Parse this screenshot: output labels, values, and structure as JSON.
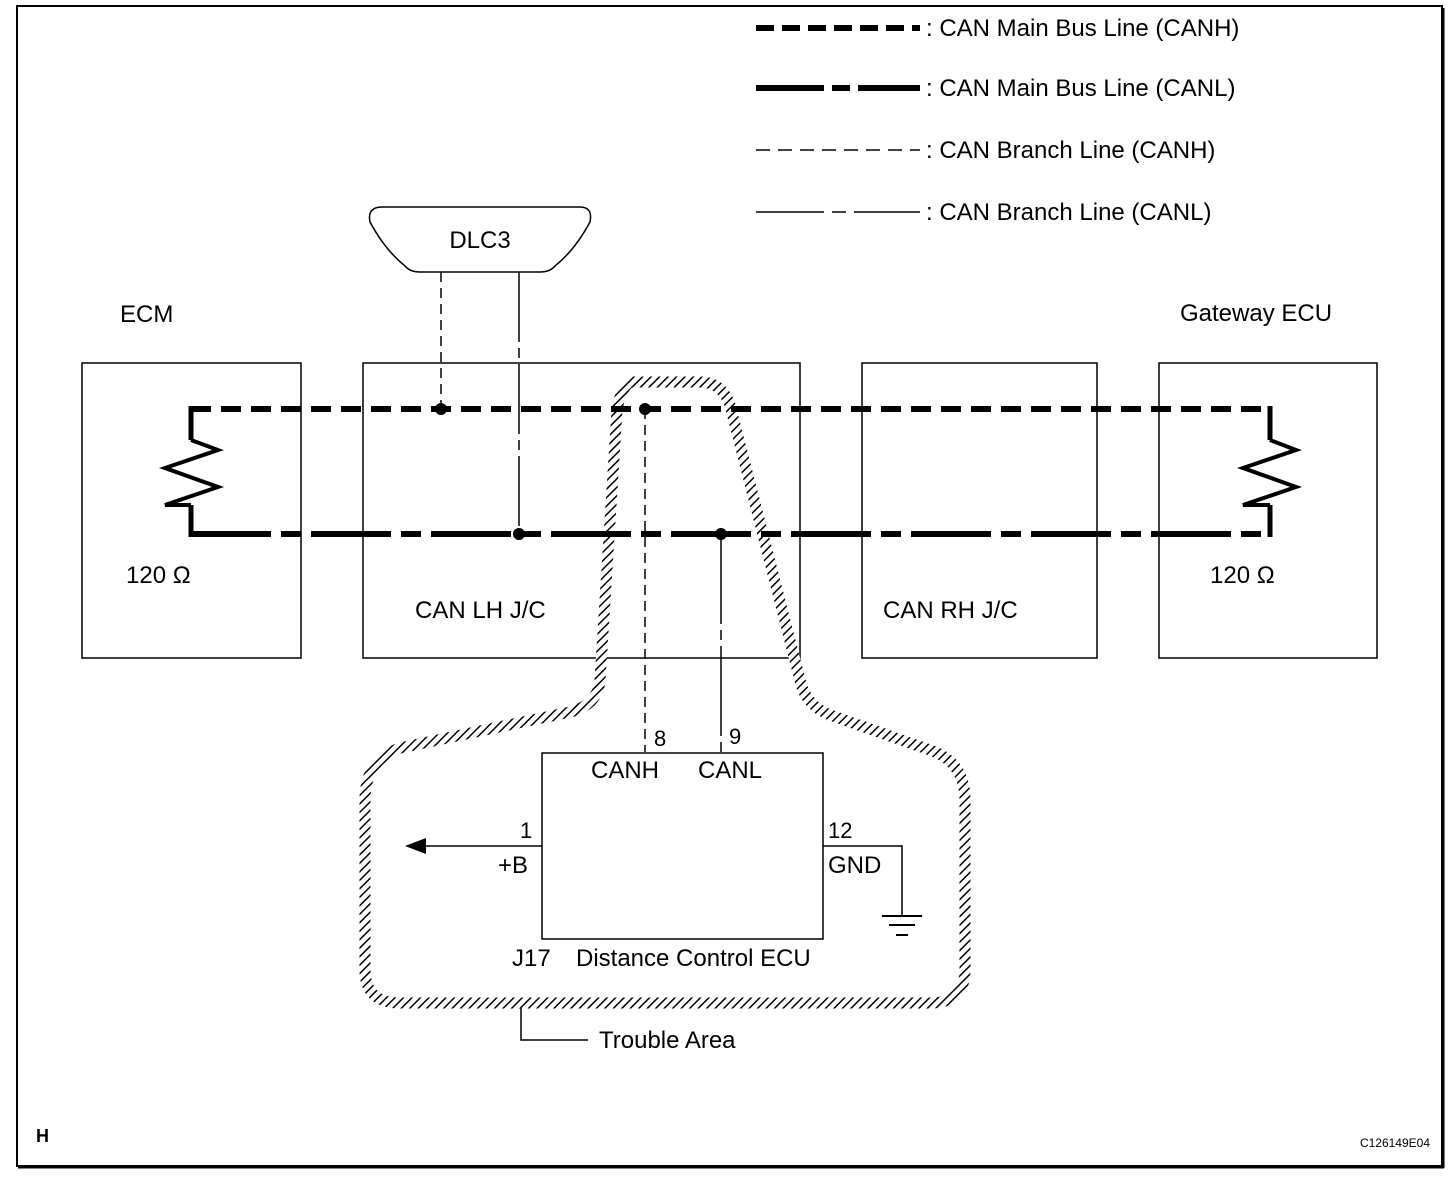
{
  "legend": [
    {
      "style": "main-canh",
      "label": ": CAN Main Bus Line (CANH)"
    },
    {
      "style": "main-canl",
      "label": ": CAN Main Bus Line (CANL)"
    },
    {
      "style": "branch-canh",
      "label": ": CAN Branch Line (CANH)"
    },
    {
      "style": "branch-canl",
      "label": ": CAN Branch Line (CANL)"
    }
  ],
  "components": {
    "dlc3": "DLC3",
    "ecm": {
      "title": "ECM",
      "resistor": "120 Ω"
    },
    "can_lh_jc": "CAN LH J/C",
    "can_rh_jc": "CAN RH J/C",
    "gateway": {
      "title": "Gateway ECU",
      "resistor": "120 Ω"
    },
    "ecu": {
      "connector": "J17",
      "name": "Distance Control ECU",
      "pins": {
        "canh": {
          "number": "8",
          "label": "CANH"
        },
        "canl": {
          "number": "9",
          "label": "CANL"
        },
        "power": {
          "number": "1",
          "label": "+B"
        },
        "ground": {
          "number": "12",
          "label": "GND"
        }
      }
    }
  },
  "trouble_area": "Trouble Area",
  "footer": {
    "section_letter": "H",
    "figure_code": "C126149E04"
  }
}
